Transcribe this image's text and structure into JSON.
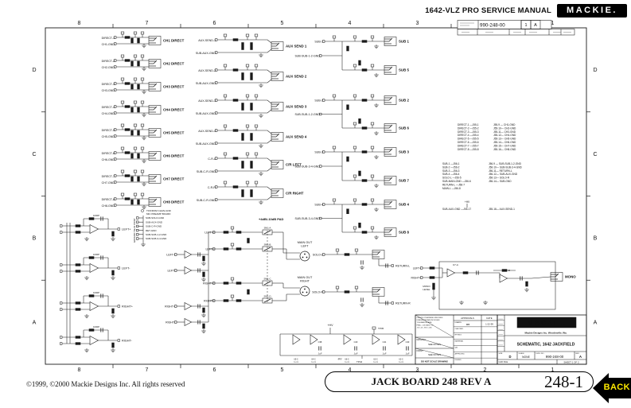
{
  "header": {
    "manual_title": "1642-VLZ PRO SERVICE MANUAL",
    "brand": "MACKIE.",
    "strip": {
      "dwg_no": "990-248-00",
      "sh": "1",
      "rev": "A"
    }
  },
  "grid": {
    "top": [
      "8",
      "7",
      "6",
      "5",
      "4",
      "3",
      "",
      "1"
    ],
    "bottom": [
      "8",
      "7",
      "6",
      "5",
      "4",
      "3",
      "2",
      "1"
    ],
    "left": [
      "D",
      "C",
      "B",
      "A"
    ],
    "right": [
      "D",
      "C",
      "B",
      "A"
    ]
  },
  "schematic": {
    "ch_direct_rows": [
      {
        "in1": "DIRECT-1",
        "in2": "CH1-GND",
        "jack": "CH1 DIRECT"
      },
      {
        "in1": "DIRECT-2",
        "in2": "CH2-GND",
        "jack": "CH2 DIRECT"
      },
      {
        "in1": "DIRECT-3",
        "in2": "CH3-GND",
        "jack": "CH3 DIRECT"
      },
      {
        "in1": "DIRECT-4",
        "in2": "CH4-GND",
        "jack": "CH4 DIRECT"
      },
      {
        "in1": "DIRECT-5",
        "in2": "CH5-GND",
        "jack": "CH5 DIRECT"
      },
      {
        "in1": "DIRECT-6",
        "in2": "CH6-GND",
        "jack": "CH6 DIRECT"
      },
      {
        "in1": "DIRECT-7",
        "in2": "CH7-GND",
        "jack": "CH7 DIRECT"
      },
      {
        "in1": "DIRECT-8",
        "in2": "CH8-GND",
        "jack": "CH8 DIRECT"
      }
    ],
    "aux_rows": [
      {
        "in1": "AUX-SEND-1",
        "in2": "SUB-AUX-GND",
        "jack": "AUX SEND 1"
      },
      {
        "in1": "AUX-SEND-2",
        "in2": "SUB-AUX-GND",
        "jack": "AUX SEND 2"
      },
      {
        "in1": "AUX-SEND-3",
        "in2": "SUB-AUX-GND",
        "jack": "AUX SEND 3"
      },
      {
        "in1": "AUX-SEND-4",
        "in2": "SUB-AUX-GND",
        "jack": "AUX SEND 4"
      },
      {
        "in1": "C-R-L",
        "in2": "SUB-C-R-GND",
        "jack": "C/R LEFT"
      },
      {
        "in1": "C-R-R",
        "in2": "SUB-C-R-GND",
        "jack": "C/R RIGHT"
      }
    ],
    "pad_note": "+4dB/-10dB PAD",
    "sub_groups": [
      {
        "in": "SUB-1",
        "gnd": "SUB-SUB-1-2-GND",
        "jack1": "SUB 1",
        "jack2": "SUB 5"
      },
      {
        "in": "SUB-2",
        "gnd": "SUB-SUB-1-2-GND",
        "jack1": "SUB 2",
        "jack2": "SUB 6"
      },
      {
        "in": "SUB-3",
        "gnd": "SUB-SUB-3-4-GND",
        "jack1": "SUB 3",
        "jack2": "SUB 7"
      },
      {
        "in": "SUB-4",
        "gnd": "SUB-SUB-3-4-GND",
        "jack1": "SUB 4",
        "jack2": "SUB 8"
      }
    ],
    "solo_rows": [
      {
        "in": "SOLO-L",
        "out": "RETURN-L"
      },
      {
        "in": "SOLO-R",
        "out": "RETURN-R"
      }
    ],
    "main_outs": [
      [
        "MAIN OUT",
        "LEFT"
      ],
      [
        "MAIN OUT",
        "RIGHT"
      ]
    ],
    "bal_out_labels": [
      "LEFT+",
      "LEFT-",
      "RIGHT+",
      "RIGHT-"
    ],
    "buffer_in_labels": [
      "LEFT+",
      "LEFT-",
      "RIGHT+",
      "RIGHT-"
    ],
    "pad_in_labels": [
      "LEFT+",
      "LEFT-",
      "RIGHT+",
      "RIGHT-"
    ],
    "sw_labels": [
      "SW1-A",
      "SW1-B",
      "SW1-C",
      "SW1-D"
    ],
    "fb_cap_label": "1000P",
    "ground_tie": {
      "header1": "TO/FROM CHAN-GND",
      "header2": "MIC PREAMP BOARD",
      "side": "GROUND TIE-IN POINT",
      "items": [
        "SUB-SOLO-GND",
        "SUB-AUX-GND",
        "SUB-C-R-GND",
        "RET-GND",
        "SUB-SUB-1-2-GND",
        "SUB-SUB-3-4-GND"
      ]
    },
    "mono": {
      "in1": "LEFT+",
      "in2": "RIGHT+",
      "pot1": "MONO",
      "pot2": "LEVEL",
      "u1": "U7-A",
      "u2": "U7-B",
      "jack": "MONO"
    },
    "power": {
      "pos": "+HV",
      "neg": "-HV",
      "tp_top": "TP45",
      "tp_bot": "TP44",
      "caps": [
        [
          "C38",
          ".1uF"
        ],
        [
          "C40",
          ".1uF"
        ],
        [
          "C41",
          ".1uF"
        ],
        [
          "C43",
          ".1uF"
        ]
      ],
      "units": [
        "U5-C",
        "U4-C",
        "U6-C",
        "U3-C",
        "U2-C"
      ],
      "chip": "TL072"
    },
    "netlist_a_left": [
      "DIRECT-1 —J55-1",
      "DIRECT-2 —J55-2",
      "DIRECT-3 —J55-3",
      "DIRECT-4 —J55-4",
      "DIRECT-5 —J55-5",
      "DIRECT-6 —J55-6",
      "DIRECT-7 —J55-7",
      "DIRECT-8 —J55-8"
    ],
    "netlist_a_right": [
      "J55-9 — CH1-GND",
      "J55-10— CH2-GND",
      "J55-11— CH3-GND",
      "J55-12— CH4-GND",
      "J55-13— CH5-GND",
      "J55-14— CH6-GND",
      "J55-15— CH7-GND",
      "J55-16— CH8-GND"
    ],
    "netlist_b_left": [
      "SUB-1 —J56-1",
      "SUB-2 —J56-2",
      "SUB-3 —J56-3",
      "SUB-4 —J56-4",
      "SOLO-L —J56-5",
      "SUB-MAIN-GND —J56-6",
      "RETURN-L —J56-7",
      "MAIN-L —J56-8"
    ],
    "netlist_b_right": [
      "J56-9 — SUB-SUB-1-2-GND",
      "J56-10— SUB-SUB-3-4-GND",
      "J56-11— RETURN-L",
      "J56-12— SUB-AUX-GND",
      "J56-13— SOLO-R",
      "J56-14— SUB-GND"
    ],
    "netlist_c": [
      "SUB-AUX-GND —J55-17",
      "J55-18— AUX-SEND-1"
    ],
    "hv_label": "+HV"
  },
  "title_block": {
    "tol_lines": [
      "UNLESS OTHERWISE SPECIFIED",
      "DIMENSIONS ARE IN INCHES",
      "TOLERANCES ARE:",
      "FRAC. ±1/16   ANG. ±1°",
      ".XX ±.01   .XXX ±.005"
    ],
    "material_label": "MATERIAL:",
    "finish_label": "FINISH:",
    "see_notes": "SEE NOTES",
    "no_scale": "DO NOT SCALE DRAWING",
    "approvals": "APPROVALS",
    "date": "DATE",
    "rows": [
      [
        "DRAWN",
        "MB",
        "1-22-99"
      ],
      [
        "CHECKED",
        "",
        ""
      ],
      [
        "RF ENG",
        "",
        ""
      ],
      [
        "MATERIAL",
        "",
        ""
      ],
      [
        "QA",
        "",
        ""
      ],
      [
        "APPROVED",
        "",
        ""
      ],
      [
        "ISSUED",
        "",
        ""
      ]
    ],
    "brand": "MACKIE.",
    "company": "Mackie Designs Inc.   Woodinville, Wa.",
    "title": "SCHEMATIC, 1642 JACKFIELD",
    "size_label": "SIZE",
    "size": "D",
    "scale_label": "SCALE",
    "scale": "NONE",
    "dwg_label": "DWG. NO.",
    "dwg_no": "990-248-00",
    "rev_label": "REV",
    "rev": "A",
    "cad": "CAD FILE",
    "sheet": "SHEET 1 OF 2"
  },
  "footer": {
    "copyright": "©1999, ©2000 Mackie Designs Inc. All rights reserved",
    "board_label": "JACK BOARD 248 REV A",
    "page_number": "248-1",
    "back_label": "BACK"
  }
}
